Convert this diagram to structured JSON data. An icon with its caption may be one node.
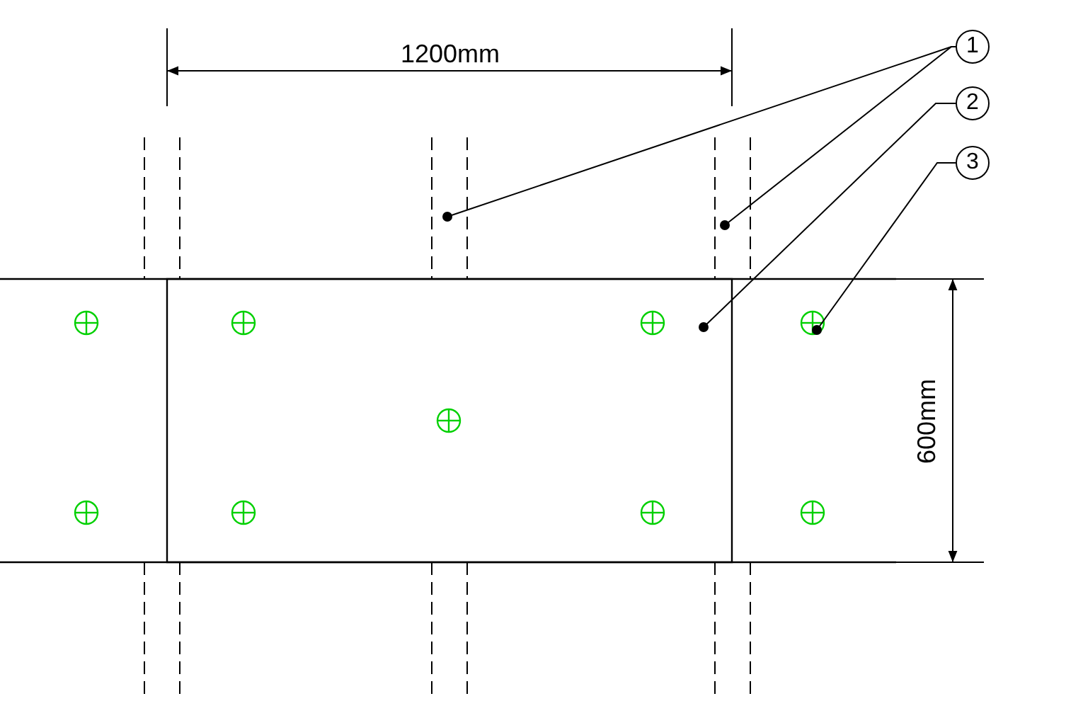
{
  "diagram": {
    "nodes": [
      {
        "text": [
          "1"
        ]
      },
      {
        "text": [
          "2"
        ]
      },
      {
        "text": [
          "3"
        ]
      },
      {
        "text": [],
        "shape": "bar"
      },
      {
        "text": [],
        "shape": "bar"
      },
      {
        "text": [],
        "shape": "box"
      },
      {
        "text": [],
        "shape": "circle"
      }
    ],
    "edges": [
      {
        "from": 0,
        "to": 3,
        "arrow": "other"
      },
      {
        "from": 0,
        "to": 4,
        "arrow": "other"
      },
      {
        "from": 1,
        "to": 5,
        "arrow": "other"
      },
      {
        "from": 2,
        "to": 6,
        "arrow": "other"
      }
    ],
    "labels": [
      "1200mm",
      "600mm"
    ]
  }
}
